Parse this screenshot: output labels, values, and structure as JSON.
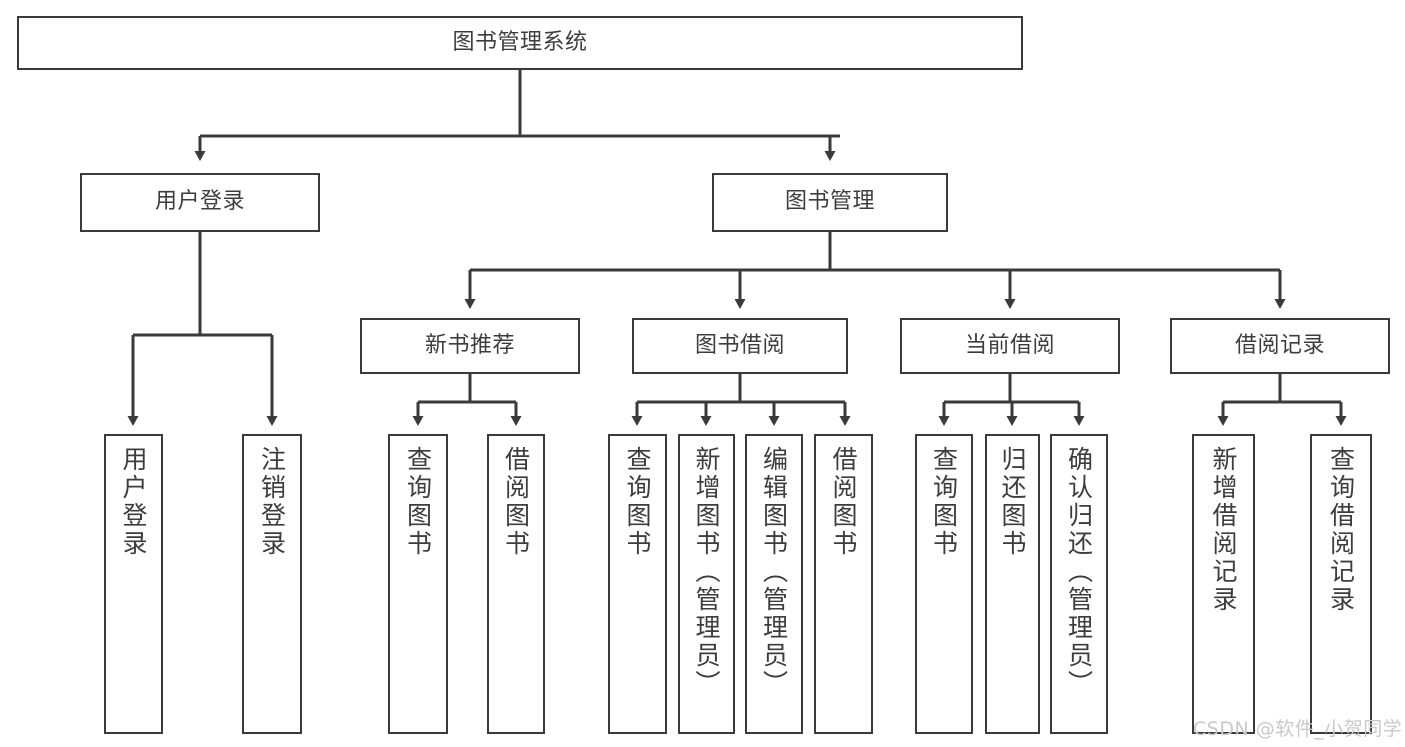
{
  "diagram": {
    "type": "tree",
    "title": "图书管理系统",
    "style": {
      "box_border_color": "#3a3a3a",
      "box_fill_color": "#ffffff",
      "text_color": "#3d3d3d",
      "edge_color": "#3a3a3a",
      "background": "#ffffff"
    },
    "nodes": {
      "root": {
        "label": "图书管理系统"
      },
      "level2": [
        {
          "label": "用户登录"
        },
        {
          "label": "图书管理"
        }
      ],
      "level3": [
        {
          "label": "新书推荐"
        },
        {
          "label": "图书借阅"
        },
        {
          "label": "当前借阅"
        },
        {
          "label": "借阅记录"
        }
      ],
      "leaves": [
        {
          "label": "用户登录",
          "parent": "用户登录"
        },
        {
          "label": "注销登录",
          "parent": "用户登录"
        },
        {
          "label": "查询图书",
          "parent": "新书推荐"
        },
        {
          "label": "借阅图书",
          "parent": "新书推荐"
        },
        {
          "label": "查询图书",
          "parent": "图书借阅"
        },
        {
          "label": "新增图书（管理员）",
          "parent": "图书借阅"
        },
        {
          "label": "编辑图书（管理员）",
          "parent": "图书借阅"
        },
        {
          "label": "借阅图书",
          "parent": "图书借阅"
        },
        {
          "label": "查询图书",
          "parent": "当前借阅"
        },
        {
          "label": "归还图书",
          "parent": "当前借阅"
        },
        {
          "label": "确认归还（管理员）",
          "parent": "当前借阅"
        },
        {
          "label": "新增借阅记录",
          "parent": "借阅记录"
        },
        {
          "label": "查询借阅记录",
          "parent": "借阅记录"
        }
      ]
    },
    "watermark": "CSDN @软件_小贺同学"
  }
}
